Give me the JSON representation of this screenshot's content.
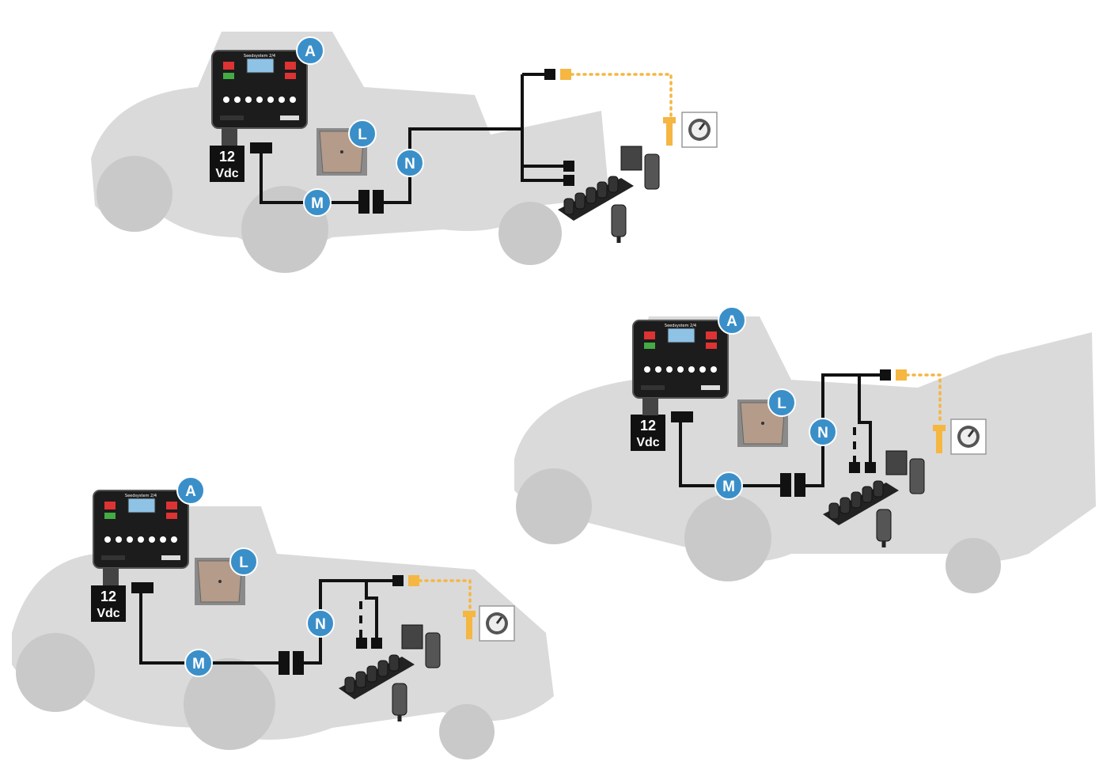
{
  "labels": {
    "controller": "A",
    "flowmeter_box": "L",
    "main_cable": "M",
    "valve_cable": "N"
  },
  "power": {
    "voltage": "12",
    "unit": "Vdc"
  },
  "controller_brand": "Seedsystem 2/4",
  "colors": {
    "label_circle": "#3a8fc9",
    "sensor_connector": "#f5b642",
    "sensor_dotted_line": "#f5b642",
    "cable": "#111111",
    "tractor_silhouette": "#cfcfcf"
  },
  "icons": {
    "controller": "controller-icon",
    "pressure_gauge": "pressure-gauge-icon",
    "pressure_sensor": "pressure-sensor-icon",
    "valve_group": "valve-group-icon"
  }
}
